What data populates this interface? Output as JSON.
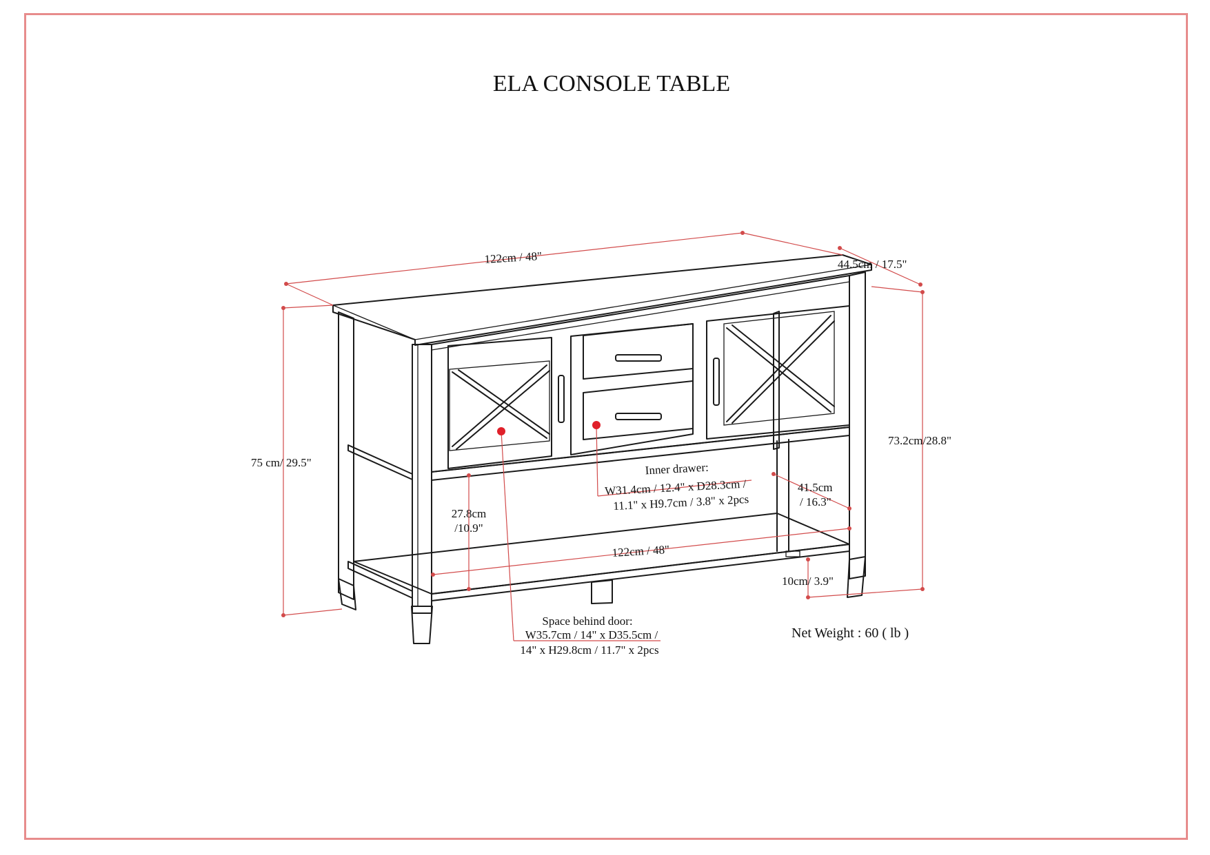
{
  "title": "ELA CONSOLE TABLE",
  "dimensions": {
    "top_width": "122cm / 48\"",
    "depth": "44.5cm / 17.5\"",
    "total_height": "75 cm/ 29.5\"",
    "right_height": "73.2cm/28.8\"",
    "shelf_clearance_line1": "27.8cm",
    "shelf_clearance_line2": "/10.9\"",
    "shelf_width": "122cm / 48\"",
    "shelf_depth_line1": "41.5cm",
    "shelf_depth_line2": "/ 16.3\"",
    "leg_height": "10cm/ 3.9\""
  },
  "inner_drawer": {
    "heading": "Inner drawer:",
    "line1": "W31.4cm / 12.4\" x D28.3cm /",
    "line2": "11.1\" x H9.7cm / 3.8\" x 2pcs"
  },
  "space_behind_door": {
    "heading": "Space behind door:",
    "line1": "W35.7cm / 14\" x D35.5cm /",
    "line2": "14\" x H29.8cm / 11.7\" x 2pcs"
  },
  "net_weight": "Net Weight : 60 ( lb )",
  "colors": {
    "frame": "#e78c8c",
    "dimension_line": "#d24b4b",
    "marker": "#e0202a",
    "ink": "#1a1a1a"
  }
}
